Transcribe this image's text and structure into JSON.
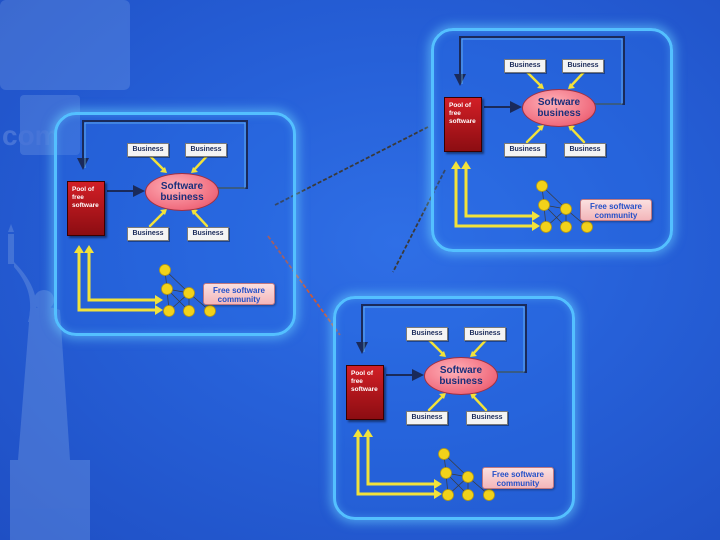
{
  "diagram": {
    "labels": {
      "business": "Business",
      "pool_line1": "Pool of",
      "pool_line2": "free",
      "pool_line3": "software",
      "software_line1": "Software",
      "software_line2": "business",
      "community_line1": "Free software",
      "community_line2": "community"
    },
    "colors": {
      "background": "#2660d8",
      "panel_border": "#54c0ff",
      "pool_box": "#c0161c",
      "software_ellipse": "#f06a7c",
      "community_box": "#f3b6ba",
      "node": "#f2d21a",
      "arrow_business": "#f2e23a",
      "connector_left": "#c85a3c",
      "connector_right": "#3a3a3a"
    },
    "panels": [
      {
        "name": "left-diagram"
      },
      {
        "name": "top-right-diagram"
      },
      {
        "name": "bottom-diagram"
      }
    ]
  }
}
